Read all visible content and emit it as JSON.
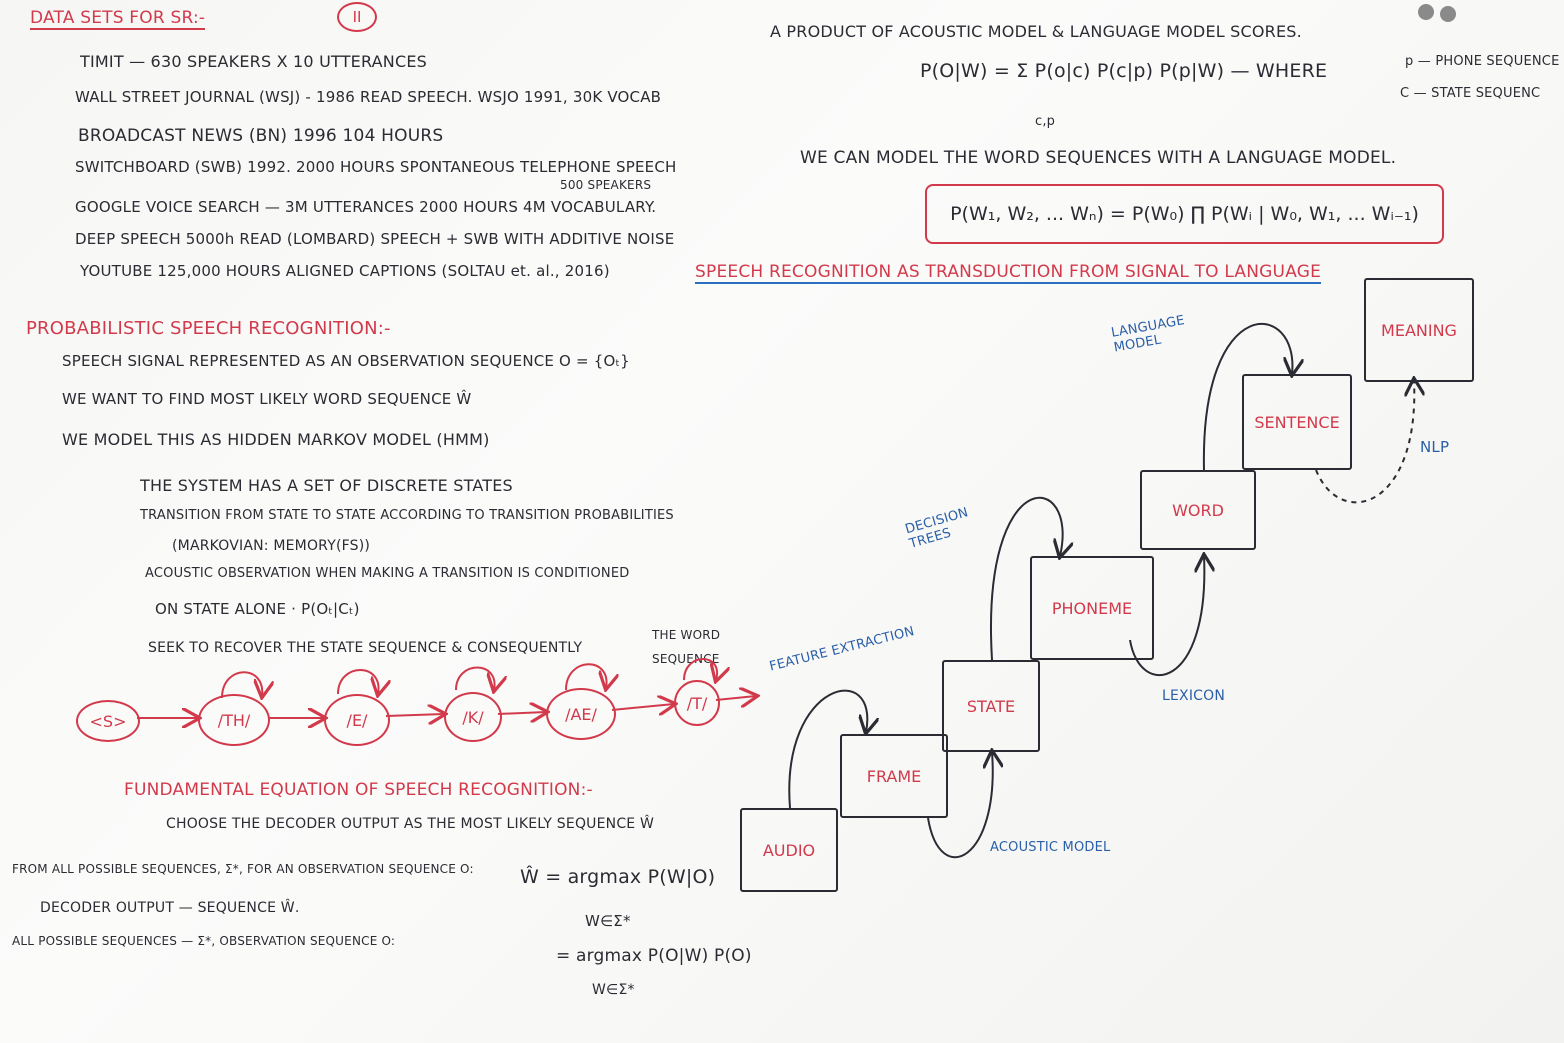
{
  "board": {
    "page_number": "II",
    "datasets": {
      "title": "DATA SETS FOR SR:-",
      "items": [
        "TIMIT — 630 SPEAKERS X 10 UTTERANCES",
        "WALL STREET JOURNAL (WSJ) - 1986 READ SPEECH. WSJO 1991, 30K VOCAB",
        "BROADCAST NEWS (BN) 1996 104 HOURS",
        "SWITCHBOARD (SWB) 1992. 2000 HOURS SPONTANEOUS TELEPHONE SPEECH",
        "GOOGLE VOICE SEARCH — 3M UTTERANCES 2000 HOURS 4M VOCABULARY.",
        "DEEP SPEECH 5000h READ (LOMBARD) SPEECH + SWB WITH ADDITIVE NOISE",
        "YOUTUBE 125,000 HOURS ALIGNED CAPTIONS (SOLTAU et. al., 2016)"
      ],
      "switchboard_note": "500 SPEAKERS"
    },
    "acoustic": {
      "heading": "A PRODUCT OF ACOUSTIC MODEL & LANGUAGE MODEL SCORES.",
      "equation": "P(O|W) = Σ P(o|c) P(c|p) P(p|W) — WHERE",
      "sum_sub": "c,p",
      "legend_p": "p — PHONE SEQUENCE",
      "legend_c": "C — STATE SEQUENC"
    },
    "lm": {
      "heading": "WE CAN MODEL THE WORD SEQUENCES WITH A LANGUAGE MODEL.",
      "equation": "P(W₁, W₂, ... Wₙ) = P(W₀) ∏ P(Wᵢ | W₀, W₁, ... Wᵢ₋₁)"
    },
    "transduction": {
      "title": "SPEECH RECOGNITION AS TRANSDUCTION FROM SIGNAL TO LANGUAGE",
      "nodes": {
        "audio": "AUDIO",
        "frame": "FRAME",
        "state": "STATE",
        "phoneme": "PHONEME",
        "word": "WORD",
        "sentence": "SENTENCE",
        "meaning": "MEANING"
      },
      "edges": {
        "feature_extraction": "FEATURE EXTRACTION",
        "acoustic_model": "ACOUSTIC MODEL",
        "decision_trees": "DECISION TREES",
        "lexicon": "LEXICON",
        "language_model": "LANGUAGE MODEL",
        "nlp": "NLP"
      }
    },
    "probabilistic": {
      "title": "PROBABILISTIC SPEECH RECOGNITION:-",
      "bullets": [
        "SPEECH SIGNAL REPRESENTED AS AN OBSERVATION SEQUENCE O = {Oₜ}",
        "WE WANT TO FIND MOST LIKELY WORD SEQUENCE Ŵ",
        "WE MODEL THIS AS HIDDEN MARKOV MODEL (HMM)"
      ],
      "sub": [
        "THE SYSTEM HAS A SET OF DISCRETE STATES",
        "TRANSITION FROM STATE TO STATE ACCORDING TO TRANSITION PROBABILITIES",
        "(MARKOVIAN: MEMORY(FS))",
        "ACOUSTIC OBSERVATION WHEN MAKING A TRANSITION IS CONDITIONED",
        "ON STATE ALONE · P(Oₜ|Cₜ)",
        "SEEK TO RECOVER THE STATE SEQUENCE & CONSEQUENTLY",
        "THE WORD",
        "SEQUENCE"
      ]
    },
    "hmm_chain": [
      "<S>",
      "/TH/",
      "/E/",
      "/K/",
      "/AE/",
      "/T/"
    ],
    "fundamental": {
      "title": "FUNDAMENTAL EQUATION OF SPEECH RECOGNITION:-",
      "line1": "CHOOSE THE DECODER OUTPUT AS THE MOST LIKELY SEQUENCE Ŵ",
      "line2": "FROM ALL POSSIBLE SEQUENCES, Σ*, FOR AN OBSERVATION SEQUENCE O:",
      "line3": "DECODER OUTPUT — SEQUENCE Ŵ.",
      "line4": "ALL POSSIBLE SEQUENCES — Σ*, OBSERVATION SEQUENCE O:",
      "eq1": "Ŵ = argmax P(W|O)",
      "eq1_sub": "W∈Σ*",
      "eq2": "= argmax P(O|W) P(O)",
      "eq2_sub": "W∈Σ*"
    },
    "colors": {
      "red": "#d23a4c",
      "blue": "#2a5fa8",
      "ink": "#2b2b33"
    }
  }
}
